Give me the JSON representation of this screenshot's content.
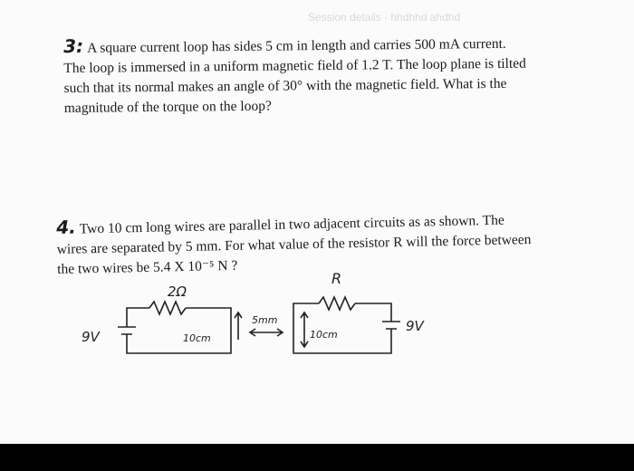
{
  "watermark": "Session details · hhdhhd ahdhd",
  "problem3": {
    "number": "3:",
    "lines": [
      "A square current loop has sides 5 cm in length and carries 500 mA current.",
      "The loop is immersed in a uniform magnetic field of 1.2 T. The loop plane is tilted",
      "such that its normal makes an angle of 30° with the magnetic field. What is the",
      "magnitude of the torque on the loop?"
    ]
  },
  "problem4": {
    "number": "4.",
    "lines": [
      "Two 10 cm long wires are parallel in two adjacent circuits as as shown. The",
      "wires are separated by 5 mm. For what value of the resistor R will the force between",
      "the two wires be 5.4 X 10⁻⁵ N ?"
    ]
  },
  "circuit": {
    "left_resistor": "2Ω",
    "left_battery": "9V",
    "left_wire_length": "10cm",
    "separation": "5mm",
    "right_resistor": "R",
    "right_wire_length": "10cm",
    "right_battery": "9V"
  },
  "colors": {
    "paper": "#fbfbfb",
    "ink": "#1b1b1b",
    "band": "#000000"
  }
}
